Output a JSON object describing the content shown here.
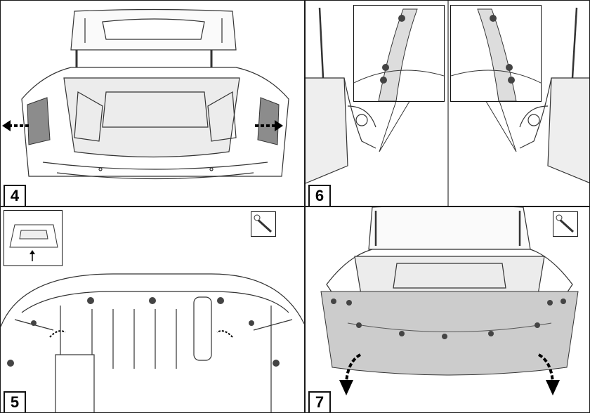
{
  "steps": {
    "p4": "4",
    "p5": "5",
    "p6": "6",
    "p7": "7"
  },
  "colors": {
    "line": "#333333",
    "shade": "#cccccc",
    "dark_shade": "#8c8c8c",
    "trunk_fill": "#ebebeb"
  },
  "icons": {
    "tool": "socket-wrench-icon",
    "fastener": "clip-fastener-icon",
    "remove_arrow": "removal-direction-arrow"
  }
}
